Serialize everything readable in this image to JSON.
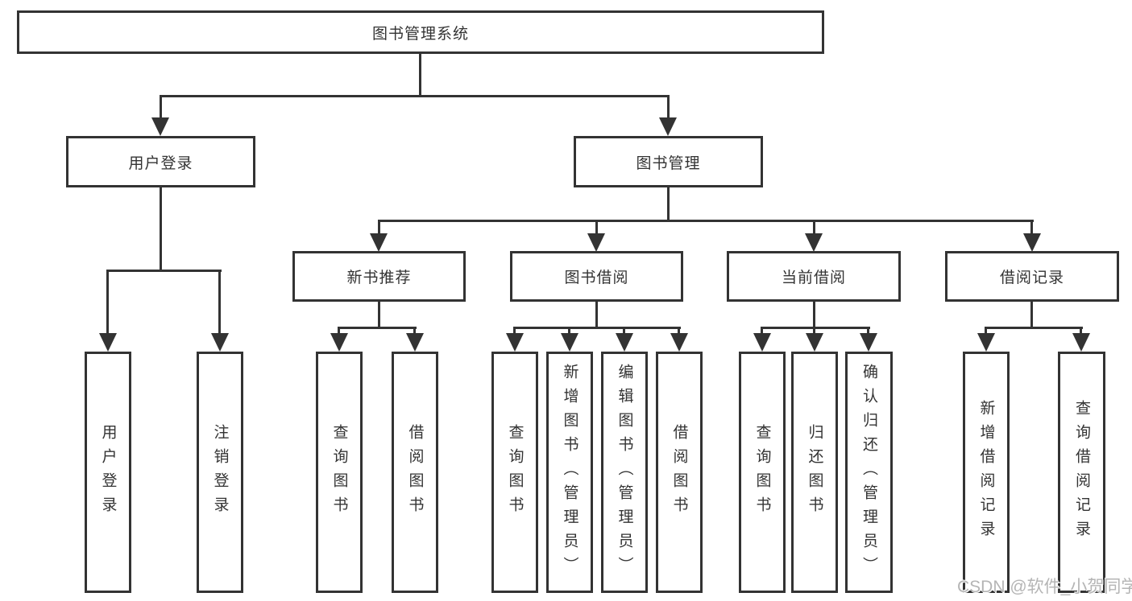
{
  "watermark": "CSDN @软件_小贺同学",
  "colors": {
    "line": "#333333",
    "text": "#333333",
    "watermark": "#b5b5b5",
    "background": "#ffffff"
  },
  "tree": {
    "label": "图书管理系统",
    "children": [
      {
        "label": "用户登录",
        "children": [
          {
            "label": "用户登录"
          },
          {
            "label": "注销登录"
          }
        ]
      },
      {
        "label": "图书管理",
        "children": [
          {
            "label": "新书推荐",
            "children": [
              {
                "label": "查询图书"
              },
              {
                "label": "借阅图书"
              }
            ]
          },
          {
            "label": "图书借阅",
            "children": [
              {
                "label": "查询图书"
              },
              {
                "label": "新增图书（管理员）"
              },
              {
                "label": "编辑图书（管理员）"
              },
              {
                "label": "借阅图书"
              }
            ]
          },
          {
            "label": "当前借阅",
            "children": [
              {
                "label": "查询图书"
              },
              {
                "label": "归还图书"
              },
              {
                "label": "确认归还（管理员）"
              }
            ]
          },
          {
            "label": "借阅记录",
            "children": [
              {
                "label": "新增借阅记录"
              },
              {
                "label": "查询借阅记录"
              }
            ]
          }
        ]
      }
    ]
  }
}
